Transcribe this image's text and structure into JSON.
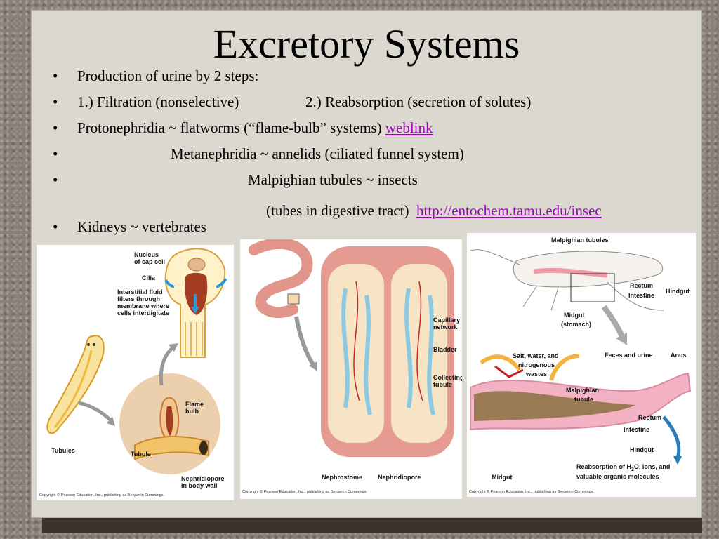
{
  "title": "Excretory Systems",
  "bullets": [
    {
      "marker": "•",
      "text": "Production of urine by 2 steps:"
    },
    {
      "marker": "•",
      "text": "1.) Filtration (nonselective)",
      "text2": "2.) Reabsorption (secretion of solutes)"
    },
    {
      "marker": "•",
      "text": "Protonephridia ~ flatworms (“flame-bulb” systems)",
      "link": "weblink"
    },
    {
      "marker": "•",
      "text": "Metanephridia ~ annelids (ciliated funnel system)"
    },
    {
      "marker": "•",
      "text": "Malpighian tubules ~ insects"
    },
    {
      "marker": "•",
      "text": "Kidneys ~ vertebrates"
    }
  ],
  "subline": {
    "text": "(tubes in digestive tract)",
    "link": "http://entochem.tamu.edu/insec"
  },
  "fig1": {
    "nucleus": "Nucleus",
    "nucleus2": "of cap cell",
    "cilia": "Cilia",
    "interstitial": [
      "Interstitial fluid",
      "filters through",
      "membrane where",
      "cells interdigitate"
    ],
    "flame": "Flame",
    "bulb": "bulb",
    "tubules": "Tubules",
    "tubule": "Tubule",
    "nephridiopore": "Nephridiopore",
    "bodywall": "in body wall",
    "copyright": "Copyright © Pearson Education, Inc., publishing as Benjamin Cummings."
  },
  "fig2": {
    "capillary": "Capillary",
    "network": "network",
    "bladder": "Bladder",
    "collecting": "Collecting",
    "tubule": "tubule",
    "nephrostome": "Nephrostome",
    "nephridiopore": "Nephridiopore",
    "copyright": "Copyright © Pearson Education, Inc., publishing as Benjamin Cummings."
  },
  "fig3": {
    "malpighian": "Malpighian tubules",
    "rectum": "Rectum",
    "intestine": "Intestine",
    "hindgut": "Hindgut",
    "midgut": "Midgut",
    "stomach": "(stomach)",
    "salt": "Salt, water, and",
    "nitro": "nitrogenous",
    "wastes": "wastes",
    "feces": "Feces and urine",
    "anus": "Anus",
    "malp2": "Malpighian",
    "tubule": "tubule",
    "rectum2": "Rectum",
    "intestine2": "Intestine",
    "hindgut2": "Hindgut",
    "midgut2": "Midgut",
    "reab1a": "Reabsorption of H",
    "reab1sub": "2",
    "reab1b": "O, ions, and",
    "reab2": "valuable organic molecules",
    "copyright": "Copyright © Pearson Education, Inc., publishing as Benjamin Cummings."
  }
}
